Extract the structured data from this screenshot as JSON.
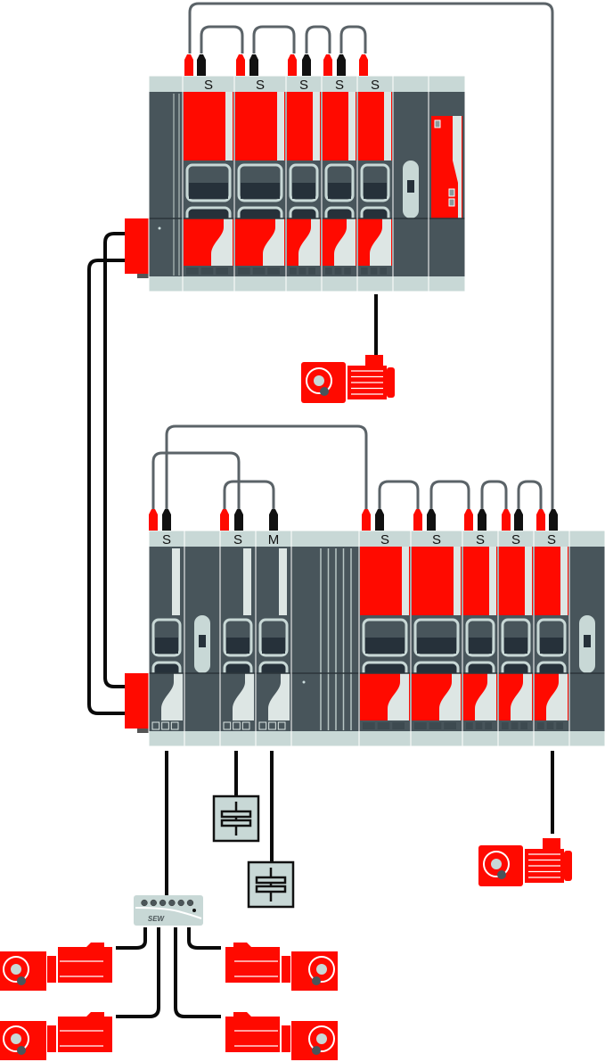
{
  "title": "Drive system topology diagram",
  "colors": {
    "red": "#ff0a00",
    "dark": "#48555b",
    "light": "#c8d8d6",
    "darker": "#26313a",
    "cable": "#5b6368",
    "power": "#0a0a0a"
  },
  "top_rack": {
    "module_labels": [
      "",
      "S",
      "S",
      "S",
      "S",
      "S",
      "",
      ""
    ]
  },
  "bottom_rack": {
    "module_labels": [
      "S",
      "",
      "S",
      "M",
      "",
      "S",
      "S",
      "S",
      "S",
      "S",
      ""
    ]
  },
  "distribution_box": {
    "brand": "SEW"
  }
}
